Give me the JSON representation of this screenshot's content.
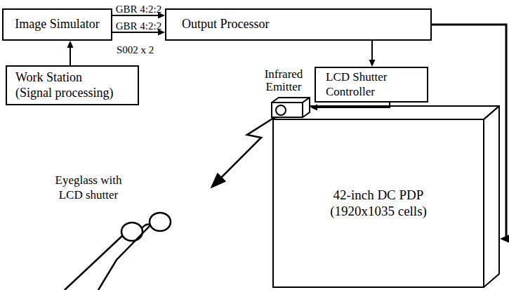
{
  "diagram": {
    "nodes": [
      {
        "text": [
          "Image Simulator"
        ]
      },
      {
        "text": [
          "Output Processor"
        ]
      },
      {
        "text": [
          "Work Station (Signal processing)"
        ]
      },
      {
        "text": [
          "LCD Shutter Controller"
        ]
      },
      {
        "text": [
          "Infrared Emitter"
        ]
      },
      {
        "text": [
          "42-inch DC PDP (1920x1035 cells)"
        ]
      }
    ],
    "edges": [
      {
        "from": 2,
        "to": 0,
        "arrow": "to"
      },
      {
        "from": 0,
        "to": 1,
        "label": "GBR 4:2:2",
        "arrow": "to"
      },
      {
        "from": 0,
        "to": 1,
        "label": "GBR 4:2:2",
        "arrow": "to"
      },
      {
        "from": 1,
        "to": 3,
        "arrow": "to"
      },
      {
        "from": 3,
        "to": 4,
        "arrow": "to"
      },
      {
        "from": 1,
        "to": 5,
        "arrow": "to"
      }
    ],
    "labels": [
      "S002 x 2",
      "Eyeglass with LCD shutter"
    ]
  }
}
